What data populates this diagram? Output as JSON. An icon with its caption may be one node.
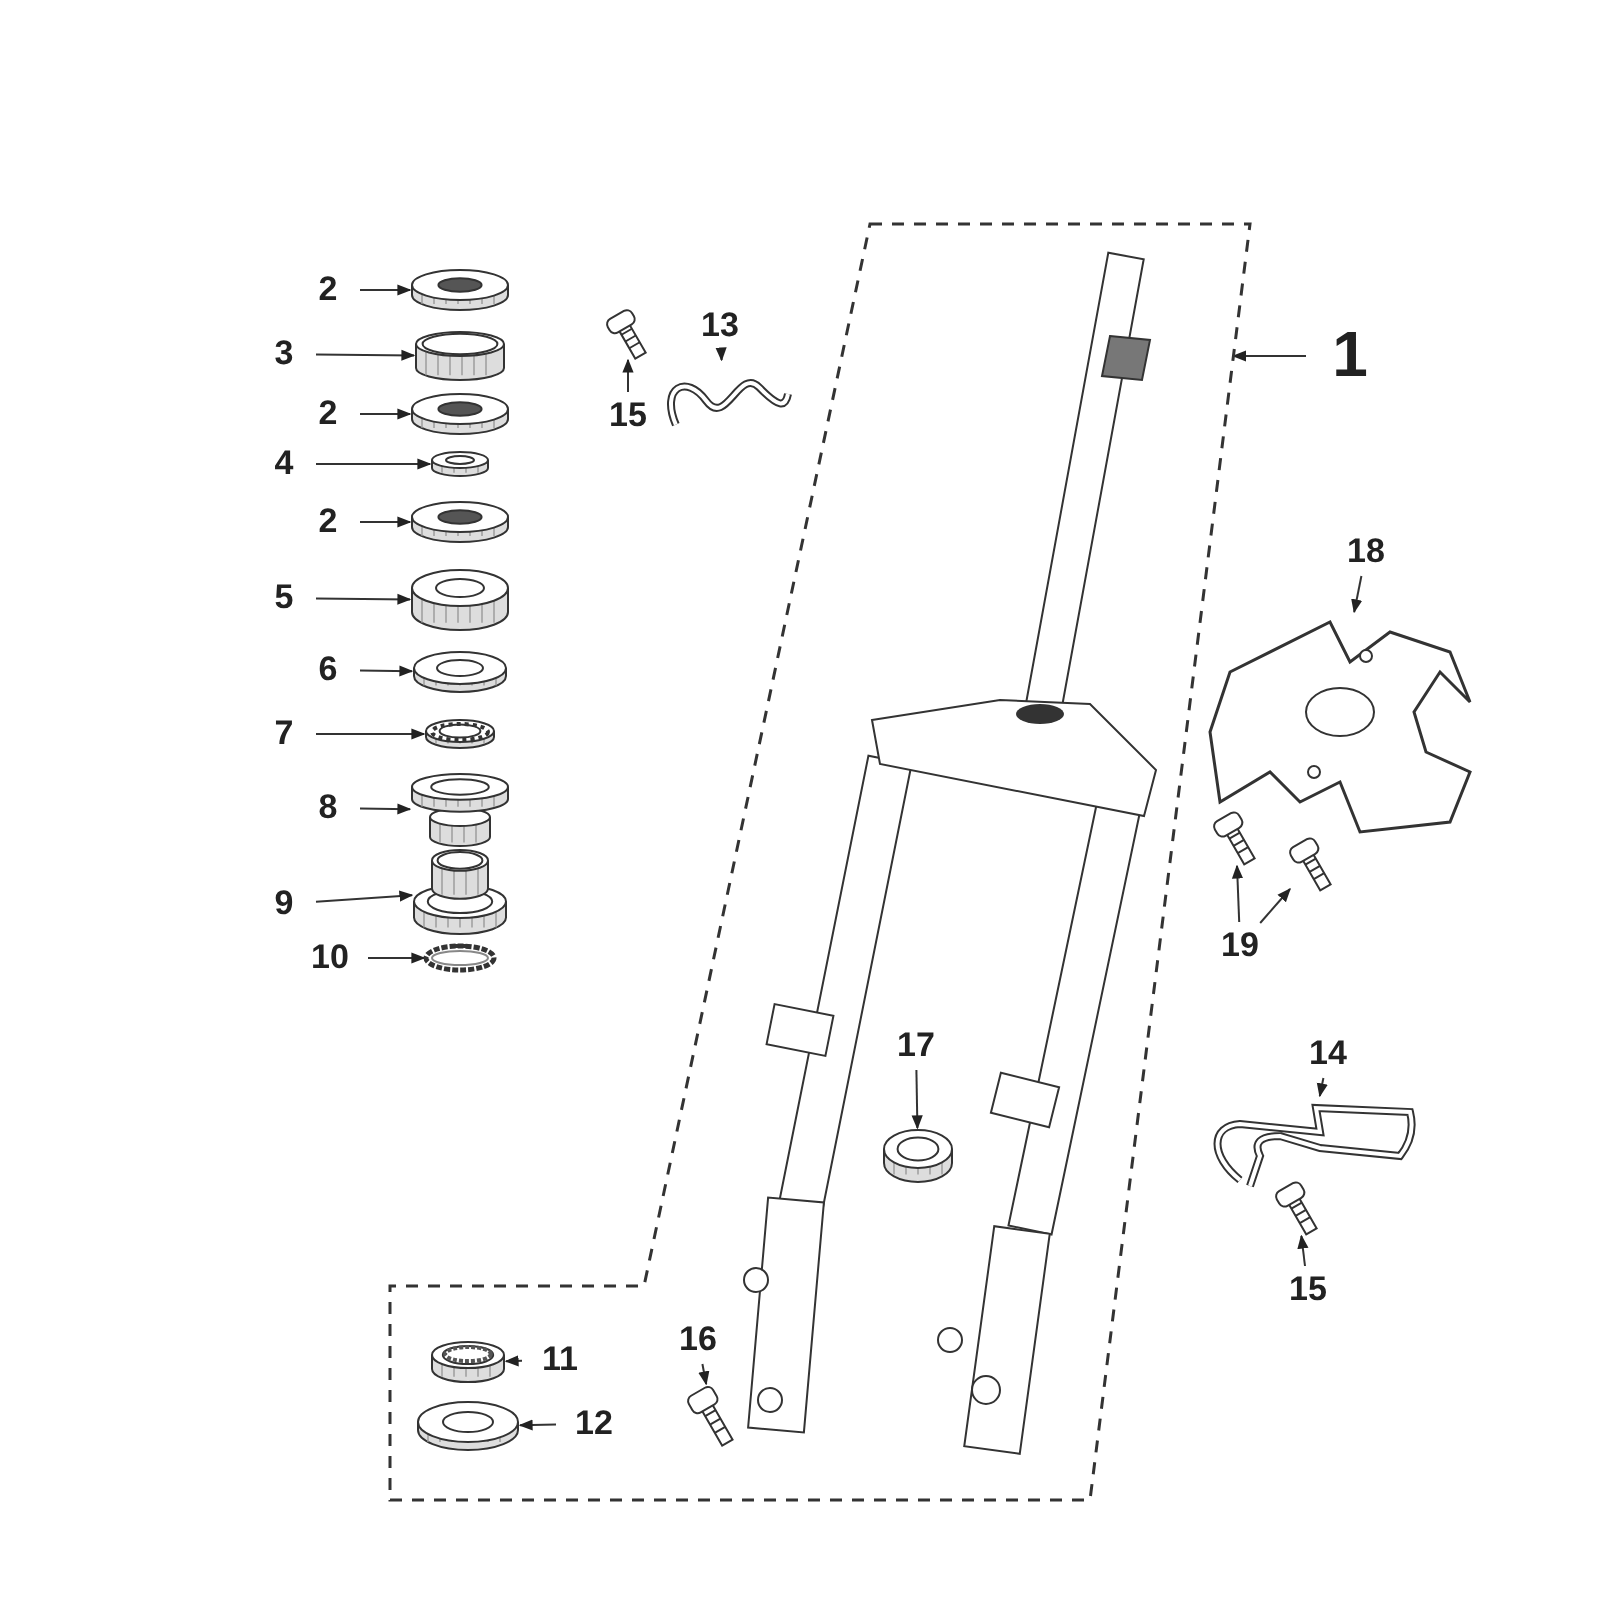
{
  "diagram": {
    "nodes": [
      {
        "text": [
          "2"
        ]
      },
      {
        "text": [],
        "shape": "picture"
      },
      {
        "text": [
          "3"
        ]
      },
      {
        "text": [],
        "shape": "picture"
      },
      {
        "text": [
          "2"
        ]
      },
      {
        "text": [],
        "shape": "picture"
      },
      {
        "text": [
          "4"
        ]
      },
      {
        "text": [],
        "shape": "picture"
      },
      {
        "text": [
          "2"
        ]
      },
      {
        "text": [],
        "shape": "picture"
      },
      {
        "text": [
          "5"
        ]
      },
      {
        "text": [],
        "shape": "picture"
      },
      {
        "text": [
          "6"
        ]
      },
      {
        "text": [],
        "shape": "picture"
      },
      {
        "text": [
          "7"
        ]
      },
      {
        "text": [],
        "shape": "picture"
      },
      {
        "text": [
          "8"
        ]
      },
      {
        "text": [],
        "shape": "picture"
      },
      {
        "text": [
          "9"
        ]
      },
      {
        "text": [],
        "shape": "picture"
      },
      {
        "text": [
          "10"
        ]
      },
      {
        "text": [],
        "shape": "picture"
      },
      {
        "text": [],
        "shape": "picture"
      },
      {
        "text": [
          "15"
        ]
      },
      {
        "text": [
          "13"
        ]
      },
      {
        "text": [],
        "shape": "picture"
      },
      {
        "text": [
          "1"
        ]
      },
      {
        "text": [],
        "shape": "box"
      },
      {
        "text": [
          "18"
        ]
      },
      {
        "text": [],
        "shape": "picture"
      },
      {
        "text": [],
        "shape": "picture"
      },
      {
        "text": [],
        "shape": "picture"
      },
      {
        "text": [
          "19"
        ]
      },
      {
        "text": [
          "17"
        ],
        "in": 27
      },
      {
        "text": [],
        "shape": "picture",
        "in": 27
      },
      {
        "text": [
          "14"
        ]
      },
      {
        "text": [],
        "shape": "picture"
      },
      {
        "text": [],
        "shape": "picture"
      },
      {
        "text": [
          "15"
        ]
      },
      {
        "text": [],
        "shape": "picture",
        "in": 27
      },
      {
        "text": [
          "11"
        ],
        "in": 27
      },
      {
        "text": [],
        "shape": "picture",
        "in": 27
      },
      {
        "text": [
          "12"
        ],
        "in": 27
      },
      {
        "text": [
          "16"
        ],
        "in": 27
      },
      {
        "text": [],
        "shape": "picture",
        "in": 27
      }
    ],
    "edges": [
      {
        "from": 0,
        "to": 1,
        "arrow": "to"
      },
      {
        "from": 2,
        "to": 3,
        "arrow": "to"
      },
      {
        "from": 4,
        "to": 5,
        "arrow": "to"
      },
      {
        "from": 6,
        "to": 7,
        "arrow": "to"
      },
      {
        "from": 8,
        "to": 9,
        "arrow": "to"
      },
      {
        "from": 10,
        "to": 11,
        "arrow": "to"
      },
      {
        "from": 12,
        "to": 13,
        "arrow": "to"
      },
      {
        "from": 14,
        "to": 15,
        "arrow": "to"
      },
      {
        "from": 16,
        "to": 17,
        "arrow": "to"
      },
      {
        "from": 18,
        "to": 19,
        "arrow": "to"
      },
      {
        "from": 20,
        "to": 21,
        "arrow": "to"
      },
      {
        "from": 23,
        "to": 22,
        "arrow": "to"
      },
      {
        "from": 24,
        "to": 25,
        "arrow": "to"
      },
      {
        "from": 26,
        "to": 27,
        "arrow": "to"
      },
      {
        "from": 28,
        "to": 29,
        "arrow": "to"
      },
      {
        "from": 32,
        "to": 30,
        "arrow": "to"
      },
      {
        "from": 32,
        "to": 31,
        "arrow": "to"
      },
      {
        "from": 33,
        "to": 34,
        "arrow": "to"
      },
      {
        "from": 35,
        "to": 36,
        "arrow": "to"
      },
      {
        "from": 38,
        "to": 37,
        "arrow": "to"
      },
      {
        "from": 40,
        "to": 39,
        "arrow": "to"
      },
      {
        "from": 42,
        "to": 41,
        "arrow": "to"
      },
      {
        "from": 43,
        "to": 44,
        "arrow": "to"
      }
    ]
  }
}
